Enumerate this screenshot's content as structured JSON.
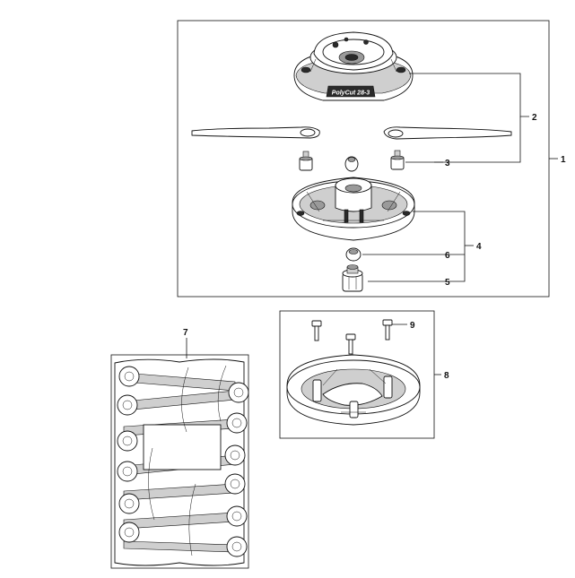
{
  "callouts": {
    "c1": "1",
    "c2": "2",
    "c3": "3",
    "c4": "4",
    "c5": "5",
    "c6": "6",
    "c7": "7",
    "c8": "8",
    "c9": "9"
  },
  "head_label": "PolyCut 28-3"
}
